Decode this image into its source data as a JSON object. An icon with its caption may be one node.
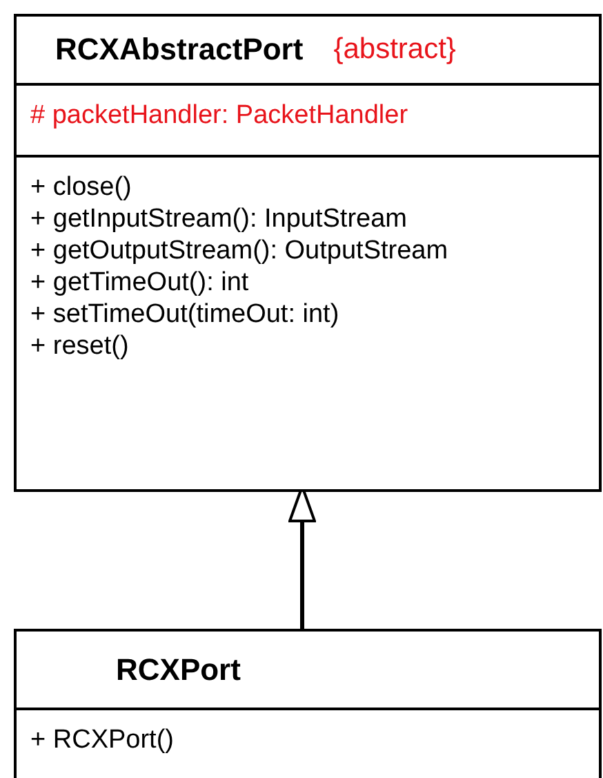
{
  "diagram": {
    "nodes": [
      {
        "text": [
          "RCXAbstractPort",
          "{abstract}",
          "# packetHandler: PacketHandler",
          "+ close()",
          "+ getInputStream(): InputStream",
          "+ getOutputStream(): OutputStream",
          "+ getTimeOut(): int",
          "+ setTimeOut(timeOut: int)",
          "+ reset()"
        ]
      },
      {
        "text": [
          "RCXPort",
          "+ RCXPort()"
        ]
      }
    ],
    "edges": [
      {
        "from": 1,
        "to": 0,
        "arrow": "to"
      }
    ]
  }
}
